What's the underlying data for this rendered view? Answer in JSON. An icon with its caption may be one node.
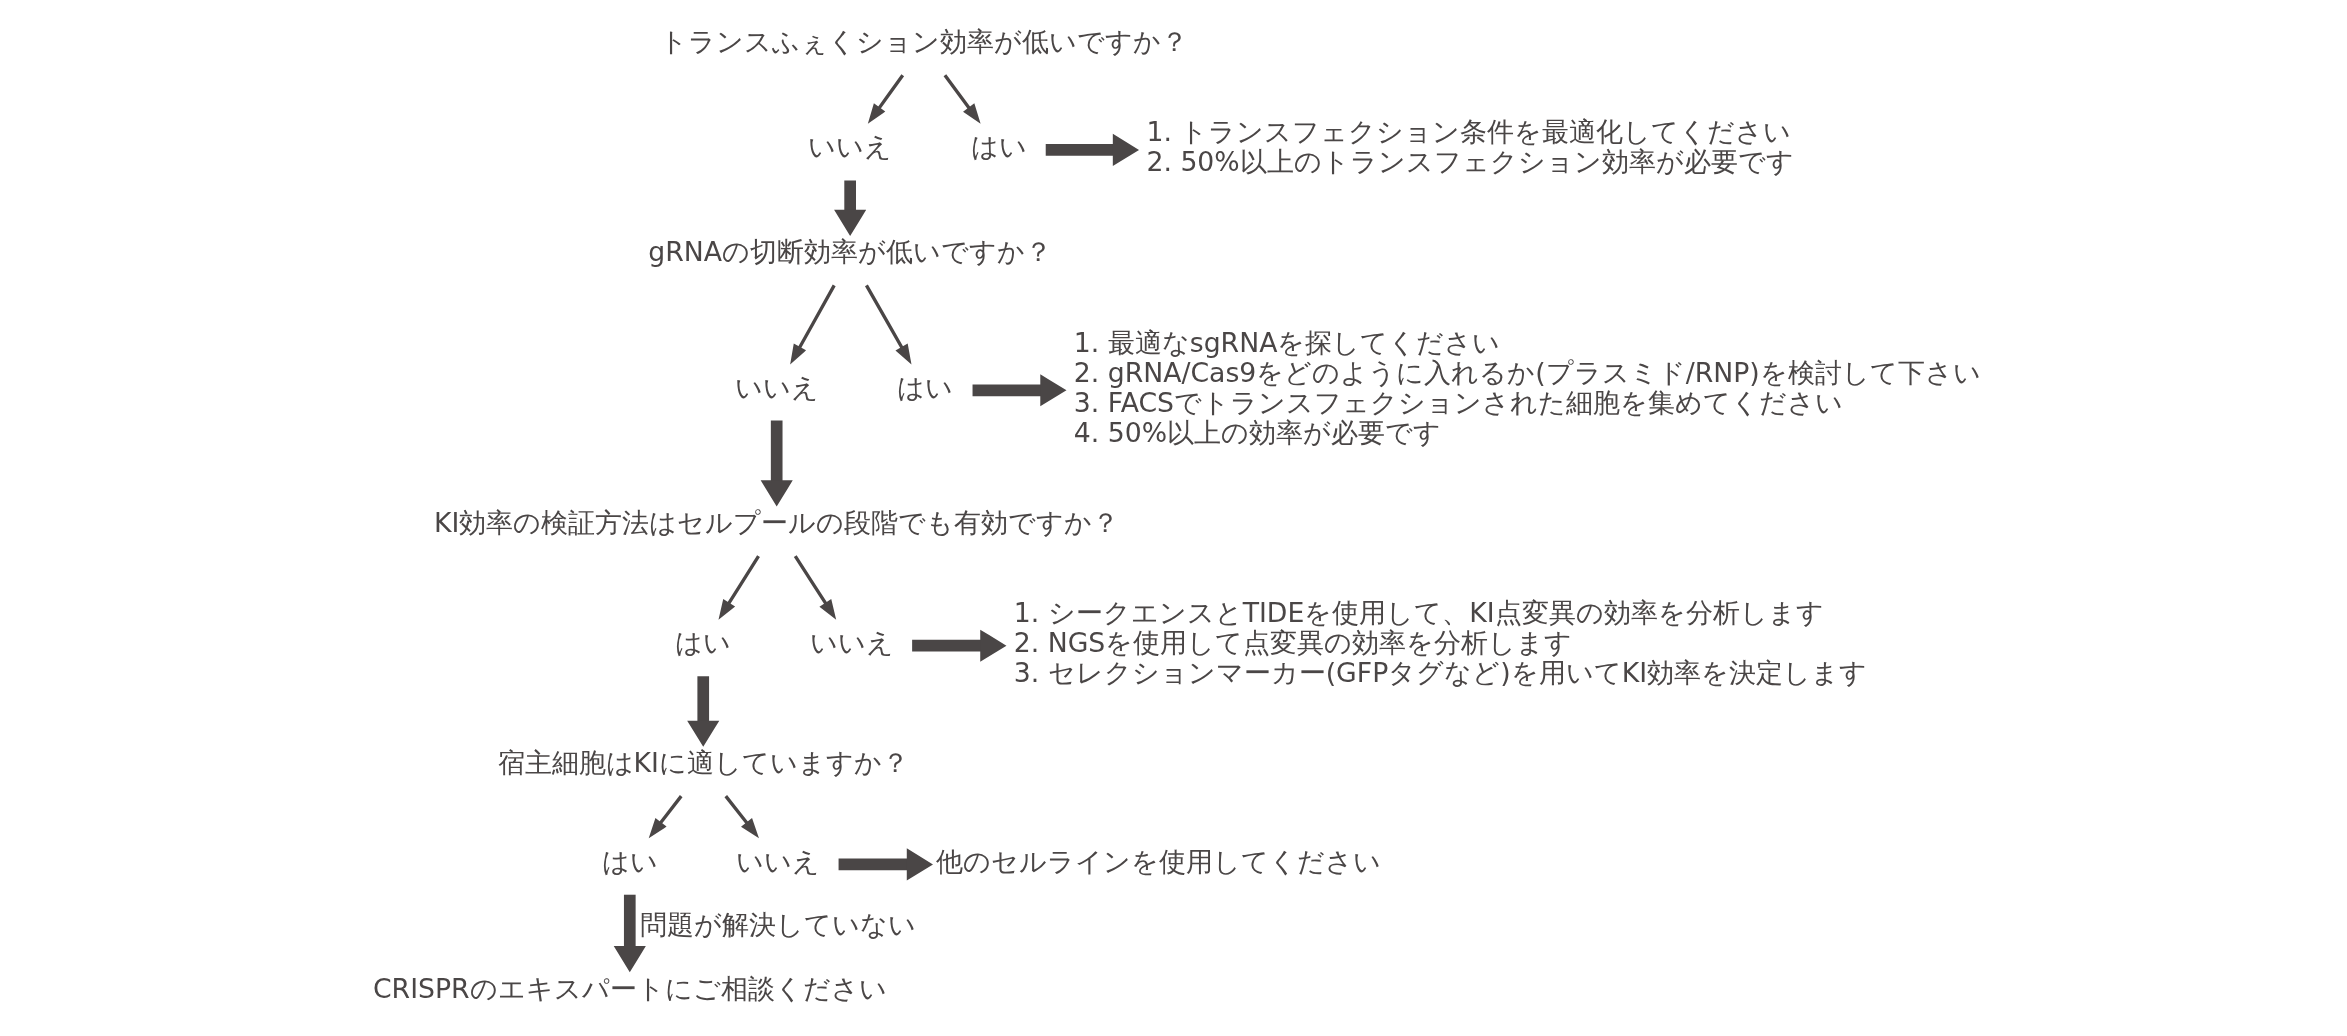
{
  "diagram": {
    "nodes": [
      {
        "text": [
          "トランスふぇくション効率が低いですか？"
        ]
      },
      {
        "text": [
          "はい"
        ]
      },
      {
        "text": [
          "1. トランスフェクション条件を最適化してください",
          "2. 50%以上のトランスフェクション効率が必要です"
        ]
      },
      {
        "text": [
          "いいえ"
        ]
      },
      {
        "text": [
          "gRNAの切断効率が低いですか？"
        ]
      },
      {
        "text": [
          "はい"
        ]
      },
      {
        "text": [
          "1. 最適なsgRNAを探してください",
          "2. gRNA/Cas9をどのように入れるか(プラスミド/RNP)を検討して下さい",
          "3. FACSでトランスフェクションされた細胞を集めてください",
          "4. 50%以上の効率が必要です"
        ]
      },
      {
        "text": [
          "いいえ"
        ]
      },
      {
        "text": [
          "KI効率の検証方法はセルプールの段階でも有効ですか？"
        ]
      },
      {
        "text": [
          "いいえ"
        ]
      },
      {
        "text": [
          "1. シークエンスとTIDEを使用して、KI点変異の効率を分析します",
          "2. NGSを使用して点変異の効率を分析します",
          "3. セレクションマーカー(GFPタグなど)を用いてKI効率を決定します"
        ]
      },
      {
        "text": [
          "はい"
        ]
      },
      {
        "text": [
          "宿主細胞はKIに適していますか？"
        ]
      },
      {
        "text": [
          "いいえ"
        ]
      },
      {
        "text": [
          "他のセルラインを使用してください"
        ]
      },
      {
        "text": [
          "はい"
        ]
      },
      {
        "text": [
          "CRISPRのエキスパートにご相談ください"
        ]
      }
    ],
    "edges": [
      {
        "from": 0,
        "to": 3,
        "arrow": "to"
      },
      {
        "from": 0,
        "to": 1,
        "arrow": "to"
      },
      {
        "from": 1,
        "to": 2,
        "arrow": "to",
        "style": "thick"
      },
      {
        "from": 3,
        "to": 4,
        "arrow": "to",
        "style": "thick"
      },
      {
        "from": 4,
        "to": 7,
        "arrow": "to"
      },
      {
        "from": 4,
        "to": 5,
        "arrow": "to"
      },
      {
        "from": 5,
        "to": 6,
        "arrow": "to",
        "style": "thick"
      },
      {
        "from": 7,
        "to": 8,
        "arrow": "to",
        "style": "thick"
      },
      {
        "from": 8,
        "to": 11,
        "arrow": "to"
      },
      {
        "from": 8,
        "to": 9,
        "arrow": "to"
      },
      {
        "from": 9,
        "to": 10,
        "arrow": "to",
        "style": "thick"
      },
      {
        "from": 11,
        "to": 12,
        "arrow": "to",
        "style": "thick"
      },
      {
        "from": 12,
        "to": 15,
        "arrow": "to"
      },
      {
        "from": 12,
        "to": 13,
        "arrow": "to"
      },
      {
        "from": 13,
        "to": 14,
        "arrow": "to",
        "style": "thick"
      },
      {
        "from": 15,
        "to": 16,
        "arrow": "to",
        "style": "thick",
        "label": "問題が解決していない"
      }
    ]
  }
}
